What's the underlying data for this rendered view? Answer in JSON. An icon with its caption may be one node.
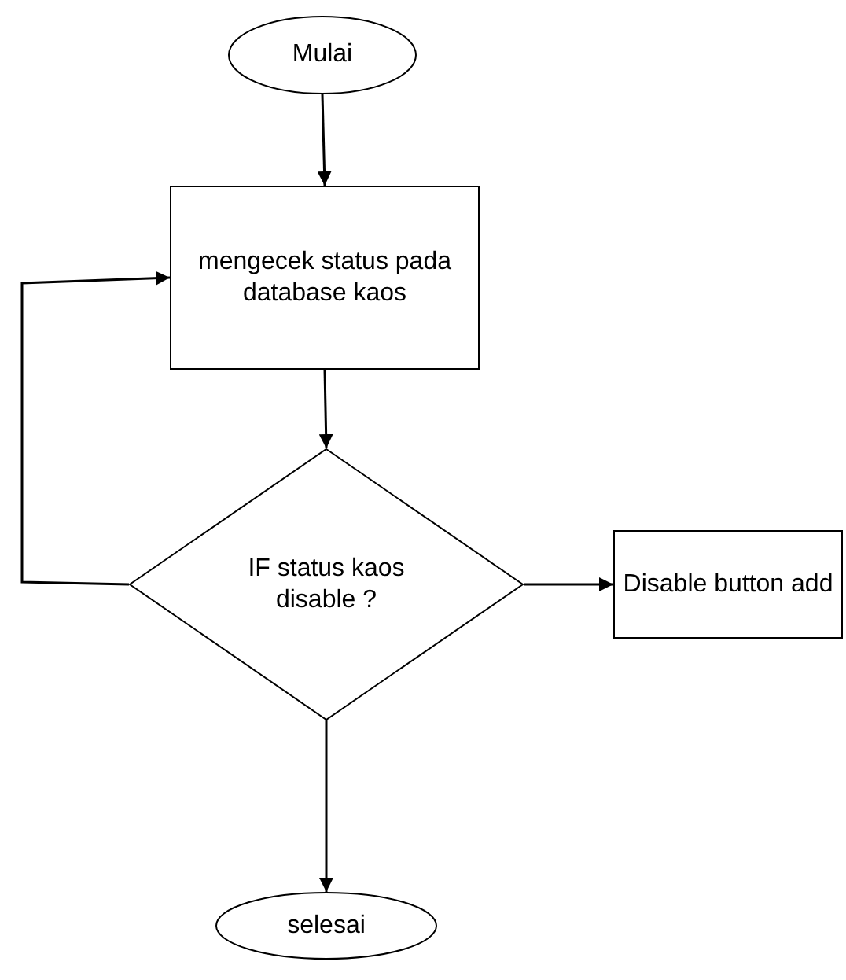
{
  "diagram": {
    "nodes": [
      {
        "text": [
          "Mulai"
        ]
      },
      {
        "text": [
          "mengecek status pada database kaos"
        ]
      },
      {
        "text": [
          "IF status kaos disable ?"
        ]
      },
      {
        "text": [
          "Disable button add"
        ]
      },
      {
        "text": [
          "selesai"
        ]
      }
    ],
    "edges": [
      {
        "from": 0,
        "to": 1,
        "arrow": "to"
      },
      {
        "from": 1,
        "to": 2,
        "arrow": "to"
      },
      {
        "from": 2,
        "to": 1,
        "arrow": "to"
      },
      {
        "from": 2,
        "to": 3,
        "arrow": "to"
      },
      {
        "from": 2,
        "to": 4,
        "arrow": "to"
      }
    ]
  }
}
